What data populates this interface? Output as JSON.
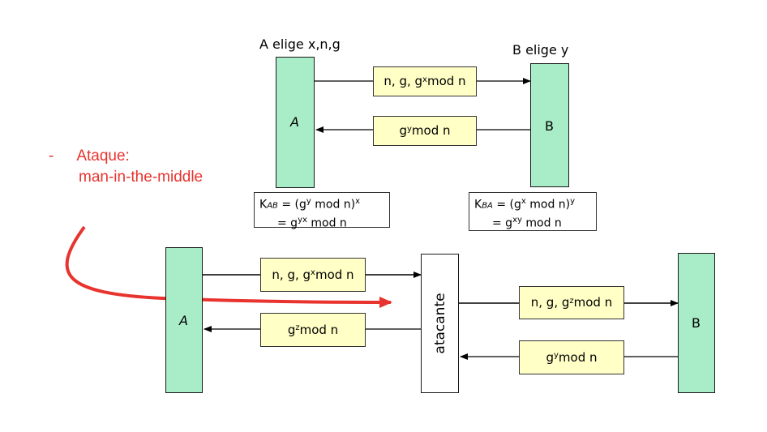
{
  "top": {
    "a_heading": "A elige x,n,g",
    "b_heading": "B elige y",
    "a_label": "A",
    "b_label": "B",
    "msg1": {
      "text": "n, g, g",
      "sup": "x",
      "tail": " mod n"
    },
    "msg2": {
      "text": "g",
      "sup": "y",
      "tail": " mod n"
    },
    "key_a": {
      "line1_pre": "K",
      "line1_sub": "AB",
      "line1_mid": " = (g",
      "line1_sup1": "y",
      "line1_post": " mod n)",
      "line1_sup2": "x",
      "line2_pre": "= g",
      "line2_sup": "yx",
      "line2_post": " mod n"
    },
    "key_b": {
      "line1_pre": "K",
      "line1_sub": "BA",
      "line1_mid": " = (g",
      "line1_sup1": "x",
      "line1_post": " mod n)",
      "line1_sup2": "y",
      "line2_pre": "= g",
      "line2_sup": "xy",
      "line2_post": " mod n"
    }
  },
  "note": {
    "bullet": "-",
    "line1": "Ataque:",
    "line2": "man-in-the-middle",
    "color": "#e8332e"
  },
  "bottom": {
    "a_label": "A",
    "b_label": "B",
    "attacker_label": "atacante",
    "msg1": {
      "text": "n, g, g",
      "sup": "x",
      "tail": " mod n"
    },
    "msg2": {
      "text": "g",
      "sup": "z",
      "tail": " mod n"
    },
    "msg3": {
      "text": "n, g, g",
      "sup": "z",
      "tail": " mod n"
    },
    "msg4": {
      "text": "g",
      "sup": "y",
      "tail": " mod n"
    }
  },
  "colors": {
    "party_fill": "#a8ecc8",
    "message_fill": "#ffffc6",
    "attack_arrow": "#e8332e"
  }
}
